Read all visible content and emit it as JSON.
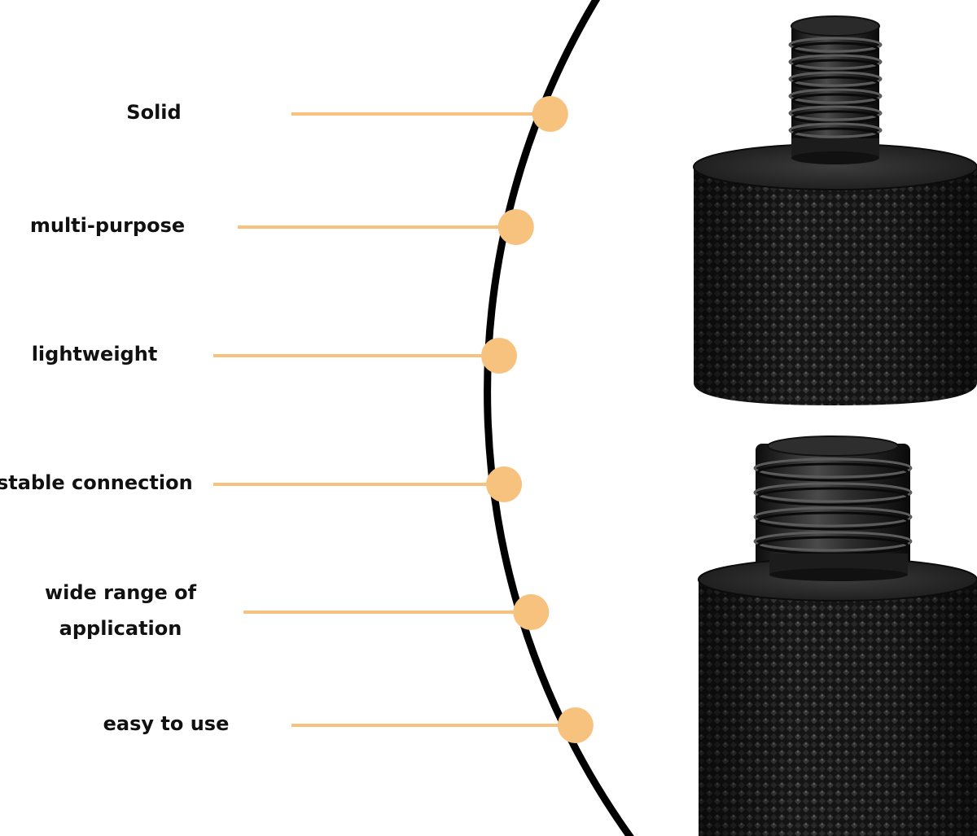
{
  "colors": {
    "background": "#ffffff",
    "arc": "#000000",
    "accent": "#f7c27e",
    "label_text": "#111111",
    "metal_dark": "#141414",
    "metal_mid": "#2a2a2a",
    "metal_highlight": "#5a5a5a"
  },
  "features": [
    {
      "id": "solid",
      "lines": [
        "Solid"
      ]
    },
    {
      "id": "multi-purpose",
      "lines": [
        "multi-purpose"
      ]
    },
    {
      "id": "lightweight",
      "lines": [
        "lightweight"
      ]
    },
    {
      "id": "stable-connection",
      "lines": [
        "stable connection"
      ]
    },
    {
      "id": "wide-range",
      "lines": [
        "wide range of",
        "application"
      ]
    },
    {
      "id": "easy-to-use",
      "lines": [
        "easy to use"
      ]
    }
  ],
  "product": {
    "items": [
      {
        "id": "small-thread-adapter",
        "icon": "screw-adapter-small-thread-icon"
      },
      {
        "id": "large-thread-adapter",
        "icon": "screw-adapter-large-thread-icon"
      }
    ]
  }
}
